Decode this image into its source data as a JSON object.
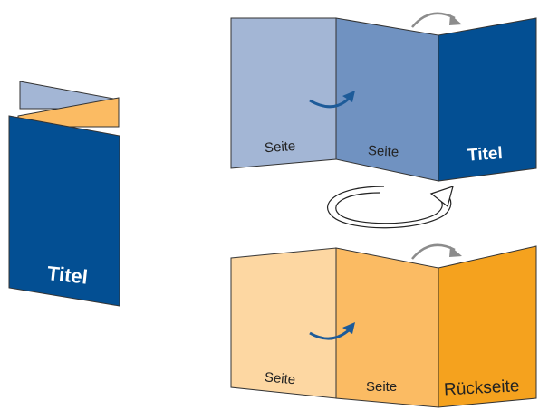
{
  "folded_brochure": {
    "title": "Titel",
    "colors": {
      "front": "#034f93",
      "middle": "#fbbb63",
      "back": "#a3b6d5"
    }
  },
  "outside_spread": {
    "panels": [
      {
        "label": "Seite",
        "color": "#a3b6d5"
      },
      {
        "label": "Seite",
        "color": "#7092c1"
      },
      {
        "label": "Titel",
        "color": "#034f93"
      }
    ]
  },
  "inside_spread": {
    "panels": [
      {
        "label": "Seite",
        "color": "#fdd7a2"
      },
      {
        "label": "Seite",
        "color": "#fbbb63"
      },
      {
        "label": "Rückseite",
        "color": "#f5a21e"
      }
    ]
  },
  "arrows": {
    "fold_arrow_color": "#1d5b99",
    "turn_arrow_color": "#8c8c8c",
    "flip_arrow_color": "#222222"
  }
}
